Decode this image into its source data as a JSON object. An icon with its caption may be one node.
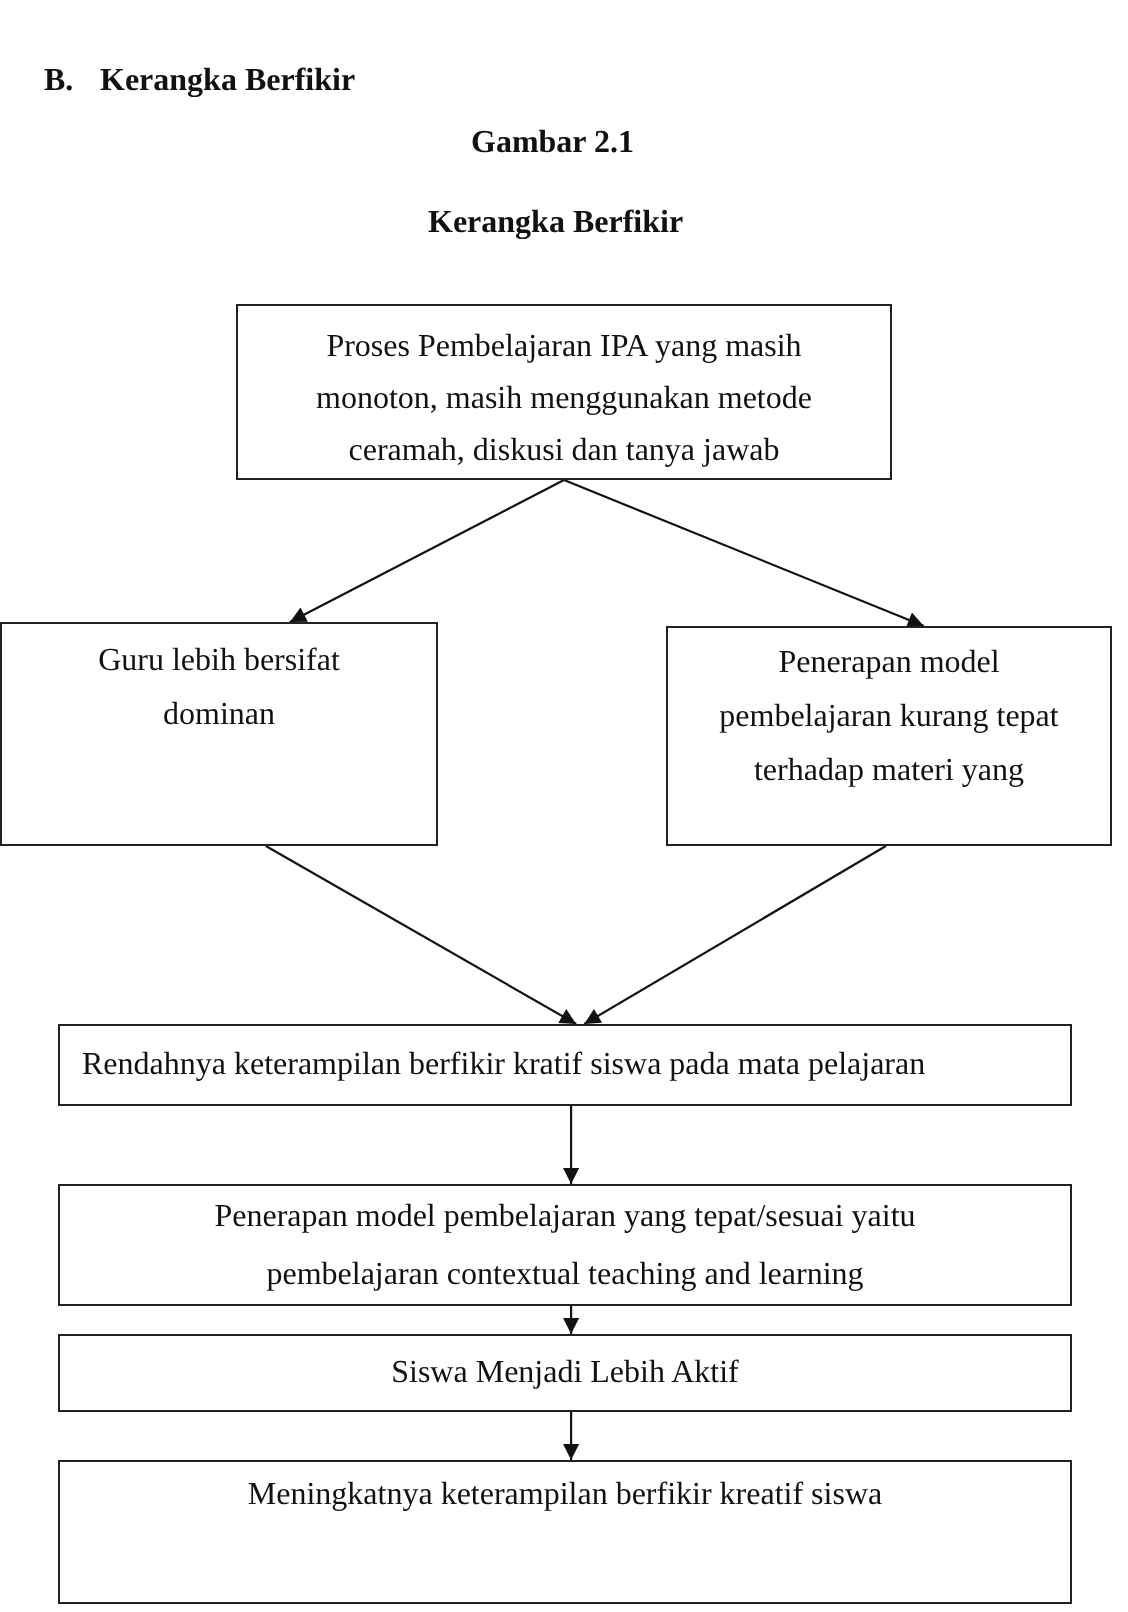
{
  "diagram": {
    "title": "Kerangka Berfikir",
    "nodes": [
      {
        "text": [
          "Proses Pembelajaran IPA yang masih monoton, masih menggunakan metode ceramah, diskusi dan tanya jawab"
        ]
      },
      {
        "text": [
          "Guru lebih bersifat dominan"
        ]
      },
      {
        "text": [
          "Penerapan model pembelajaran kurang tepat terhadap materi yang"
        ]
      },
      {
        "text": [
          "Rendahnya keterampilan berfikir kratif siswa pada mata pelajaran"
        ]
      },
      {
        "text": [
          "Penerapan model pembelajaran yang tepat/sesuai yaitu pembelajaran contextual teaching and learning"
        ]
      },
      {
        "text": [
          "Siswa Menjadi Lebih Aktif"
        ]
      },
      {
        "text": [
          "Meningkatnya keterampilan berfikir kreatif siswa"
        ]
      }
    ],
    "edges": [
      {
        "from": 0,
        "to": 1,
        "arrow": "to"
      },
      {
        "from": 0,
        "to": 2,
        "arrow": "to"
      },
      {
        "from": 1,
        "to": 3,
        "arrow": "to"
      },
      {
        "from": 2,
        "to": 3,
        "arrow": "to"
      },
      {
        "from": 3,
        "to": 4,
        "arrow": "to"
      },
      {
        "from": 4,
        "to": 5,
        "arrow": "to"
      },
      {
        "from": 5,
        "to": 6,
        "arrow": "to"
      }
    ],
    "labels": [
      "B.",
      "Kerangka Berfikir",
      "Gambar 2.1"
    ]
  }
}
